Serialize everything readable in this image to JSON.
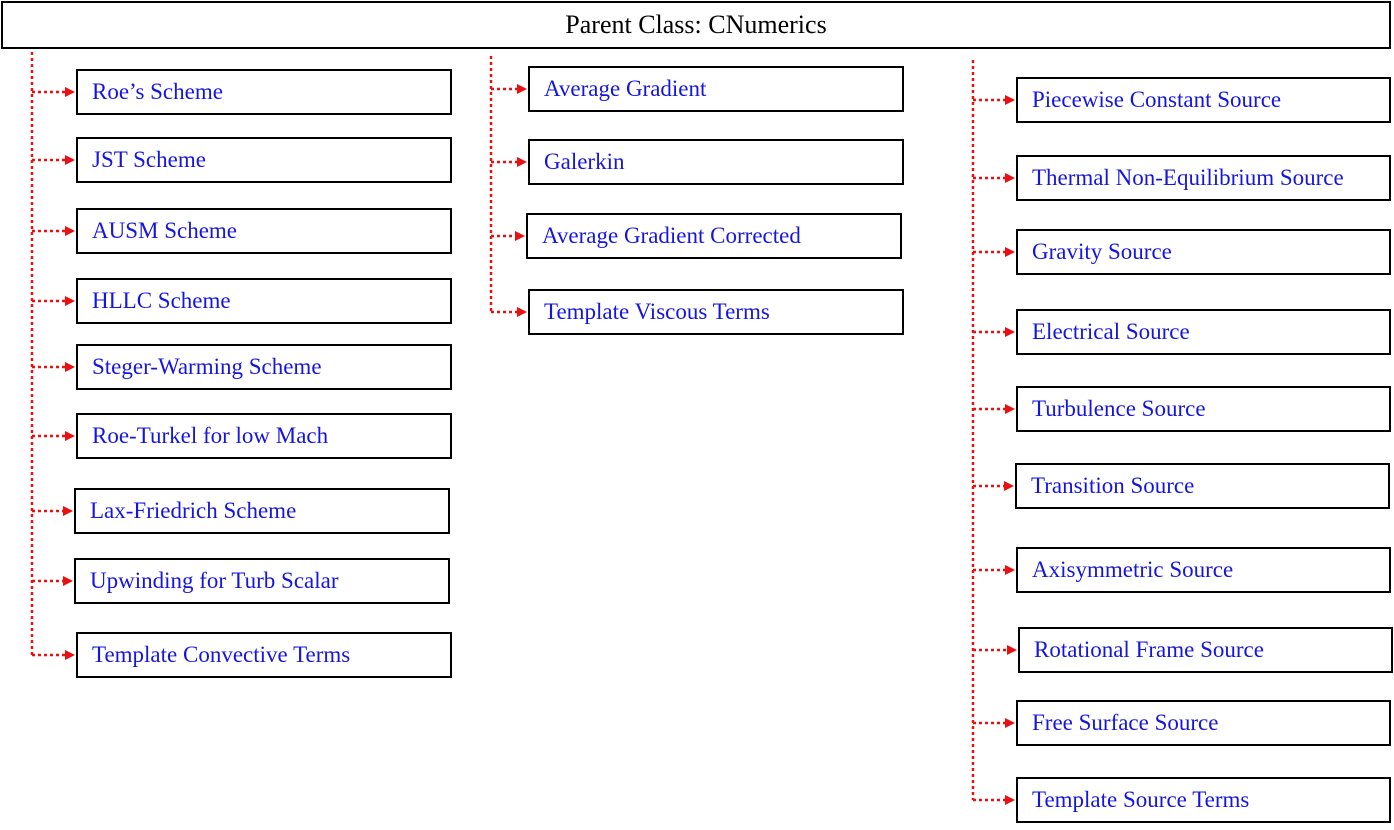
{
  "parent": {
    "label": "Parent Class: CNumerics"
  },
  "columns": [
    {
      "id": "convective",
      "items": [
        "Roe’s Scheme",
        "JST Scheme",
        "AUSM Scheme",
        "HLLC Scheme",
        "Steger-Warming Scheme",
        "Roe-Turkel for low Mach",
        "Lax-Friedrich Scheme",
        "Upwinding for Turb Scalar",
        "Template Convective Terms"
      ]
    },
    {
      "id": "viscous",
      "items": [
        "Average Gradient",
        "Galerkin",
        "Average Gradient Corrected",
        "Template Viscous Terms"
      ]
    },
    {
      "id": "source",
      "items": [
        "Piecewise Constant Source",
        "Thermal Non-Equilibrium Source",
        "Gravity Source",
        "Electrical Source",
        "Turbulence Source",
        "Transition Source",
        "Axisymmetric Source",
        "Rotational Frame Source",
        "Free Surface Source",
        "Template Source Terms"
      ]
    }
  ],
  "colors": {
    "connector": "#e81010",
    "box_text": "#1515e0",
    "border": "#000000"
  },
  "connector_style": "dotted-arrow"
}
